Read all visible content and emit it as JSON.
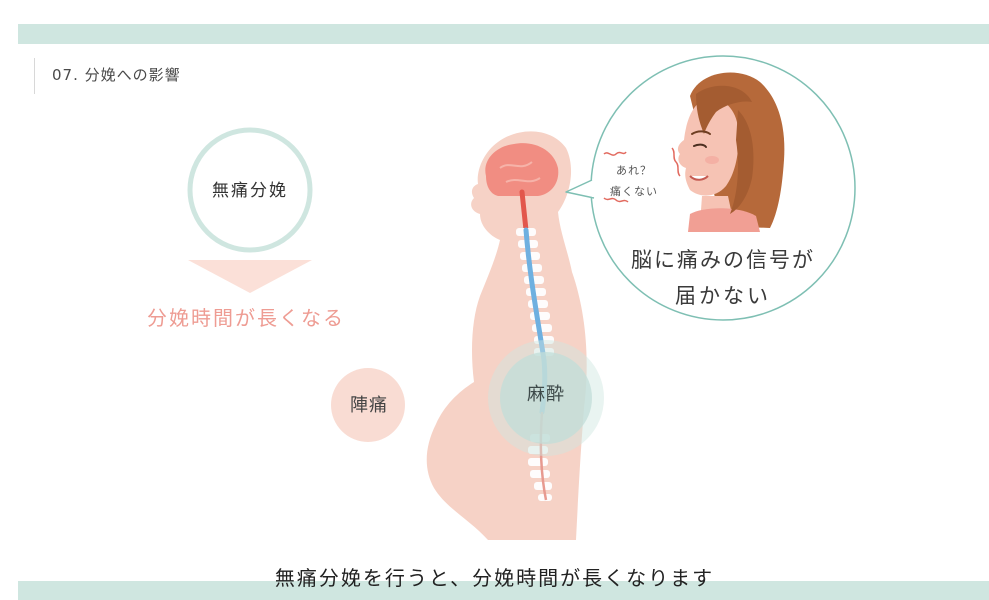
{
  "section": {
    "title": "07. 分娩への影響"
  },
  "diagram": {
    "left_circle_label": "無痛分娩",
    "result_label": "分娩時間が長くなる",
    "labor_pain_label": "陣痛",
    "anesthesia_label": "麻酔",
    "thought_line1": "あれ？",
    "thought_line2": "痛くない",
    "signal_line1": "脳に痛みの信号が",
    "signal_line2": "届かない"
  },
  "caption": "無痛分娩を行うと、分娩時間が長くなります",
  "colors": {
    "band": "#cfe6e0",
    "teal": "#7ebfb3",
    "result_text": "#ee9c93",
    "arrow": "#fbe0d8",
    "body_skin": "#f6d2c6",
    "brain": "#f18d82",
    "spine_nerve": "#6fb0e0",
    "hair": "#b6693a"
  }
}
